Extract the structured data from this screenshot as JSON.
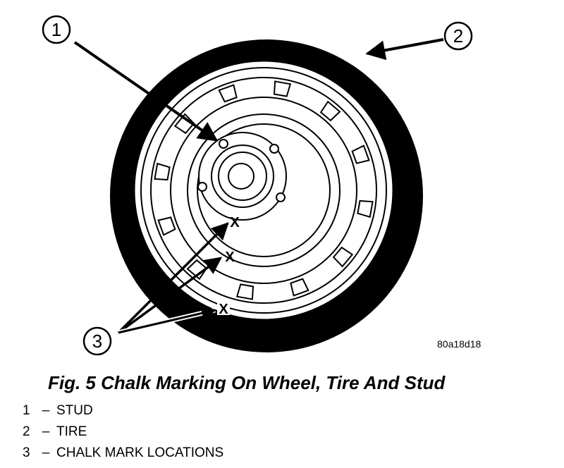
{
  "callouts": [
    "1",
    "2",
    "3"
  ],
  "image_code": "80a18d18",
  "mark_symbol": "X",
  "caption": "Fig. 5 Chalk Marking On Wheel, Tire And Stud",
  "legend": [
    {
      "num": "1",
      "dash": "–",
      "label": "STUD"
    },
    {
      "num": "2",
      "dash": "–",
      "label": "TIRE"
    },
    {
      "num": "3",
      "dash": "–",
      "label": "CHALK MARK LOCATIONS"
    }
  ]
}
